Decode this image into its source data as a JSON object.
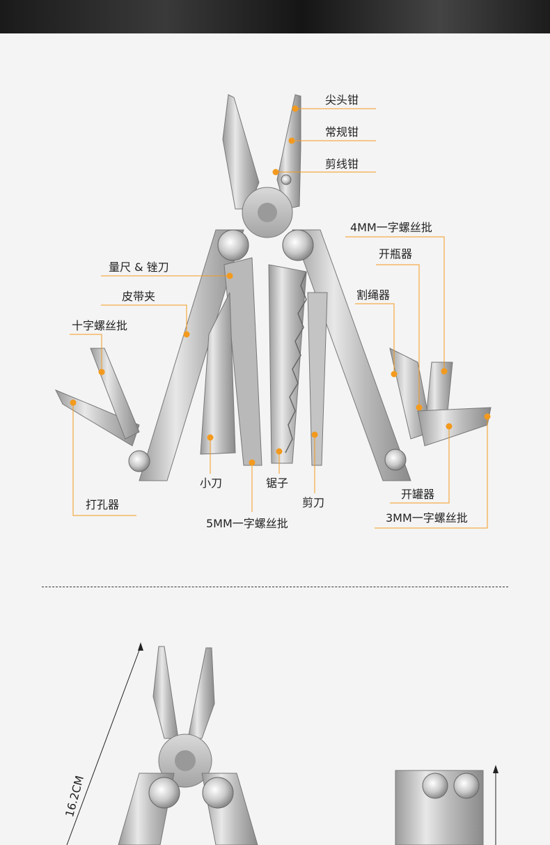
{
  "accent_color": "#f39a1e",
  "labels": {
    "needle_nose_pliers": "尖头钳",
    "regular_pliers": "常规钳",
    "wire_cutter": "剪线钳",
    "flat_screwdriver_4mm": "4MM一字螺丝批",
    "bottle_opener": "开瓶器",
    "rope_cutter": "割绳器",
    "ruler_file": "量尺 & 锉刀",
    "belt_clip": "皮带夹",
    "phillips_screwdriver": "十字螺丝批",
    "awl": "打孔器",
    "knife": "小刀",
    "saw": "锯子",
    "scissors": "剪刀",
    "flat_screwdriver_5mm": "5MM一字螺丝批",
    "can_opener": "开罐器",
    "flat_screwdriver_3mm": "3MM一字螺丝批"
  },
  "dimension": {
    "length": "16.2CM"
  }
}
